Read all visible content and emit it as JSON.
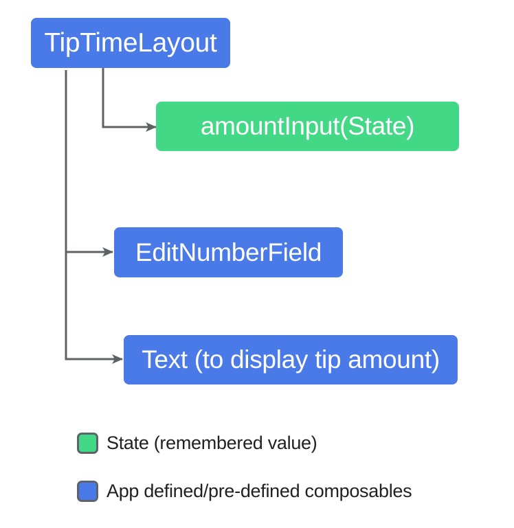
{
  "diagram": {
    "nodes": {
      "root": {
        "label": "TipTimeLayout",
        "type": "composable"
      },
      "amount_input": {
        "label": "amountInput(State)",
        "type": "state"
      },
      "edit_number_field": {
        "label": "EditNumberField",
        "type": "composable"
      },
      "text_display": {
        "label": "Text (to display tip amount)",
        "type": "composable"
      }
    },
    "connectors": [
      {
        "from": "root",
        "to": "amount_input"
      },
      {
        "from": "root",
        "to": "edit_number_field"
      },
      {
        "from": "root",
        "to": "text_display"
      }
    ]
  },
  "legend": {
    "items": [
      {
        "label": "State (remembered value)",
        "swatch": "state-green"
      },
      {
        "label": "App defined/pre-defined composables",
        "swatch": "composable-blue"
      }
    ]
  },
  "colors": {
    "composable_blue": "#4A79E8",
    "state_green": "#42D885",
    "connector_gray": "#5F6265",
    "legend_swatch_border": "#5F6368",
    "node_text": "#FFFFFF",
    "legend_text": "#212121"
  }
}
